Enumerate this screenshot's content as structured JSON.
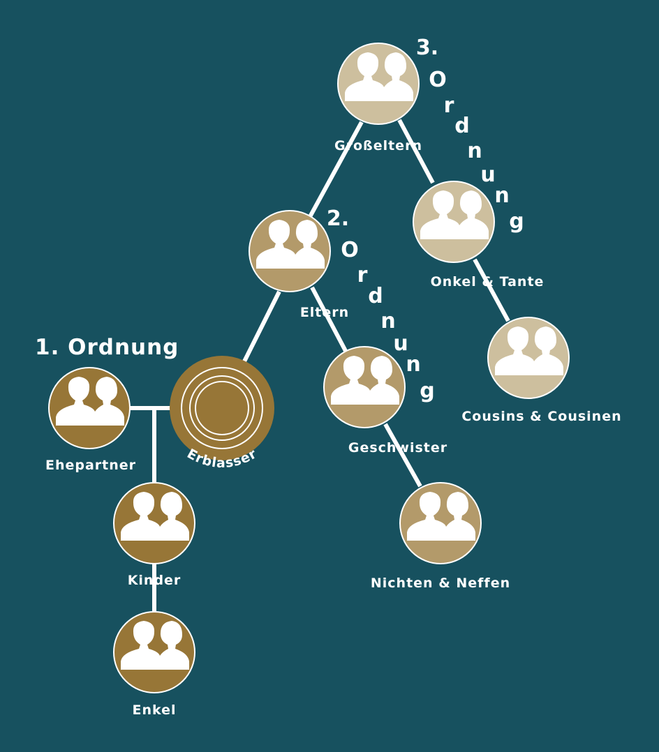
{
  "colors": {
    "background": "#17515f",
    "gen1": "#977637",
    "gen2": "#b39a6a",
    "gen3": "#cdbf9e"
  },
  "title_first_order": "1. Ordnung",
  "order2": {
    "number": "2.",
    "word": "Ordnung"
  },
  "order3": {
    "number": "3.",
    "word": "Ordnung"
  },
  "nodes": {
    "grosseltern": "Großeltern",
    "onkel": "Onkel & Tante",
    "cousins": "Cousins & Cousinen",
    "eltern": "Eltern",
    "geschwister": "Geschwister",
    "nichten": "Nichten & Neffen",
    "ehepartner": "Ehepartner",
    "erblasser": "Erblasser",
    "kinder": "Kinder",
    "enkel": "Enkel"
  }
}
